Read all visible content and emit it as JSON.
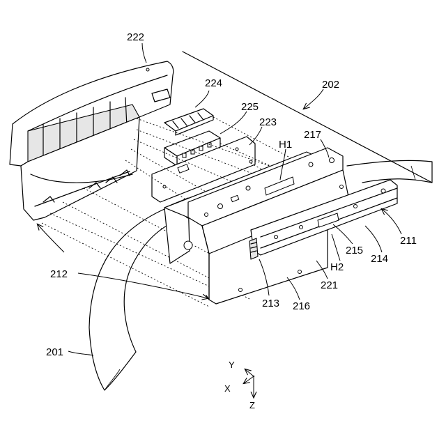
{
  "labels": {
    "l222": "222",
    "l224": "224",
    "l225": "225",
    "l223": "223",
    "l202": "202",
    "l217": "217",
    "lH1": "H1",
    "l211": "211",
    "l214": "214",
    "l215": "215",
    "lH2": "H2",
    "l221": "221",
    "l216": "216",
    "l213": "213",
    "l212": "212",
    "l201": "201"
  },
  "axes": {
    "y": "Y",
    "x": "X",
    "z": "Z"
  }
}
